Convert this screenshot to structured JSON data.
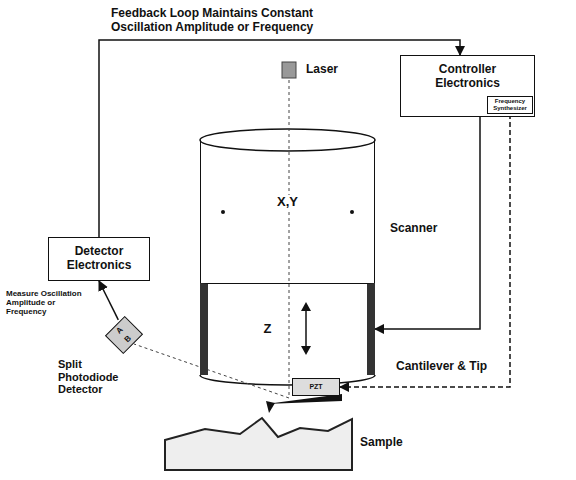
{
  "diagram": {
    "nodes": [
      {
        "text": [
          "Controller Electronics"
        ]
      },
      {
        "text": [
          "Frequency Synthesizer"
        ],
        "in": 0
      },
      {
        "text": [
          "Detector Electronics"
        ]
      },
      {
        "text": [
          "X,Y"
        ]
      },
      {
        "text": [
          "Z"
        ]
      },
      {
        "text": [
          "PZT"
        ]
      },
      {
        "text": [
          "A",
          "B"
        ]
      }
    ],
    "edges": [
      {
        "from": 2,
        "to": 0,
        "arrow": "to",
        "label": "Feedback Loop Maintains Constant Oscillation Amplitude or Frequency"
      },
      {
        "from": 0,
        "to": 4,
        "arrow": "to"
      },
      {
        "from": 1,
        "to": 5,
        "arrow": "to"
      },
      {
        "from": 6,
        "to": 2,
        "arrow": "to",
        "label": "Measure Oscillation Amplitude or Frequency"
      }
    ],
    "labels": [
      "Laser",
      "Scanner",
      "Cantilever & Tip",
      "Split Photodiode Detector",
      "Sample"
    ]
  }
}
